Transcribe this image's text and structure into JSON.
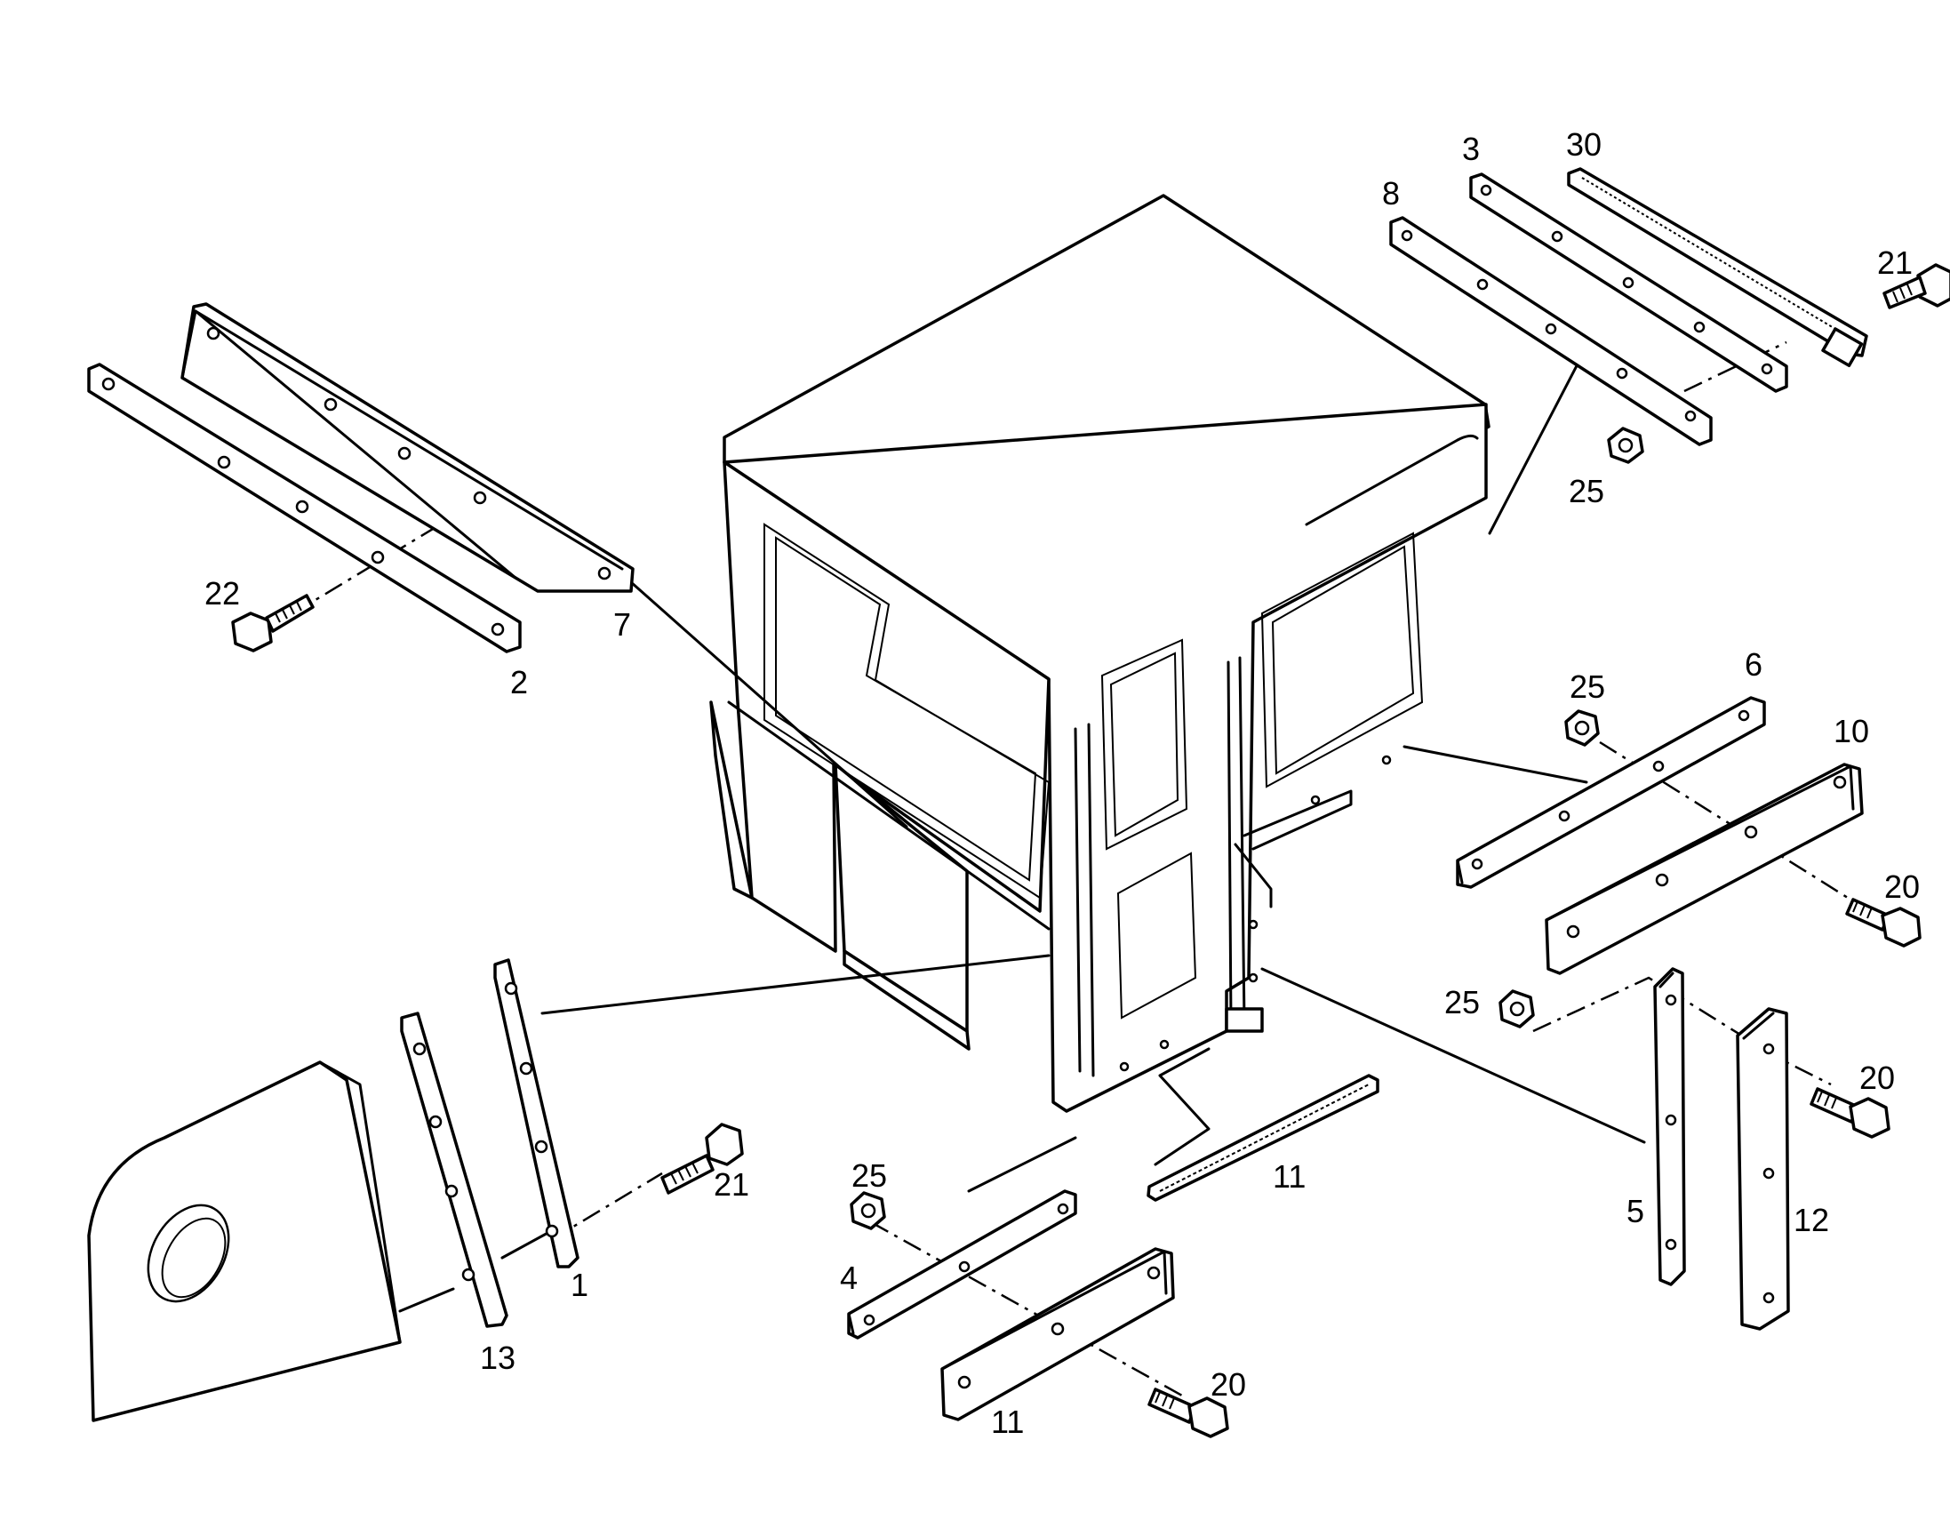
{
  "diagram": {
    "callouts": {
      "p1": "1",
      "p2": "2",
      "p3": "3",
      "p4": "4",
      "p5": "5",
      "p6": "6",
      "p7": "7",
      "p8": "8",
      "p10": "10",
      "p11_top": "11",
      "p11_bottom": "11",
      "p12": "12",
      "p13": "13",
      "p20_right_mid": "20",
      "p20_right_low": "20",
      "p20_bottom": "20",
      "p21_top": "21",
      "p21_left": "21",
      "p22": "22",
      "p25_top": "25",
      "p25_mid": "25",
      "p25_right": "25",
      "p25_bottom": "25",
      "p30": "30"
    }
  }
}
